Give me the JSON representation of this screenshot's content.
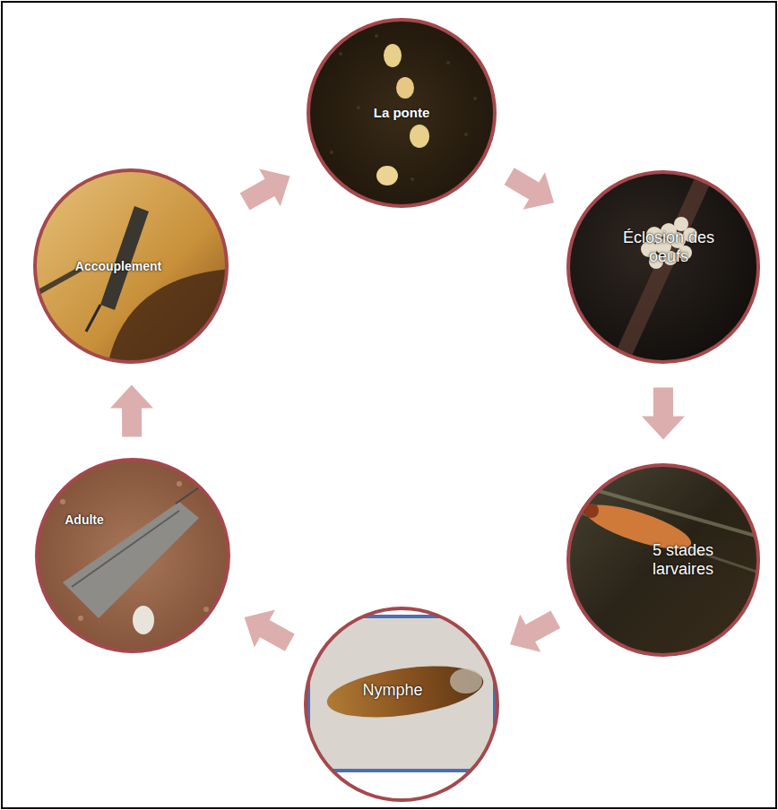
{
  "diagram": {
    "nodes": [
      {
        "text": [
          "La ponte"
        ]
      },
      {
        "text": [
          "Éclosion des oeufs"
        ]
      },
      {
        "text": [
          "5 stades larvaires"
        ]
      },
      {
        "text": [
          "Nymphe"
        ]
      },
      {
        "text": [
          "Adulte"
        ]
      },
      {
        "text": [
          "Accouplement"
        ]
      }
    ],
    "edges": [
      {
        "from": 0,
        "to": 1,
        "arrow": "to"
      },
      {
        "from": 1,
        "to": 2,
        "arrow": "to"
      },
      {
        "from": 2,
        "to": 3,
        "arrow": "to"
      },
      {
        "from": 3,
        "to": 4,
        "arrow": "to"
      },
      {
        "from": 4,
        "to": 5,
        "arrow": "to"
      },
      {
        "from": 5,
        "to": 0,
        "arrow": "to"
      }
    ]
  }
}
